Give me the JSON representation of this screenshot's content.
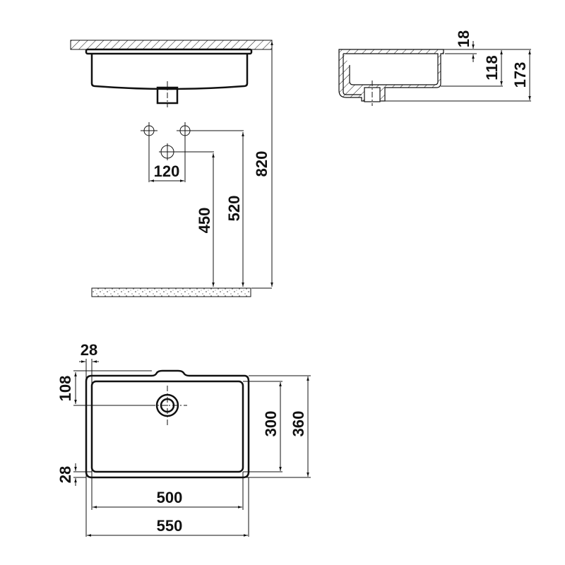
{
  "drawing": {
    "side_view": {
      "height_floor_to_top": "820",
      "drain_height": "450",
      "tap_height": "520",
      "tap_spacing": "120"
    },
    "section_view": {
      "rim_thickness": "18",
      "bowl_depth": "118",
      "total_depth": "173"
    },
    "top_view": {
      "edge_offset_side": "28",
      "drain_offset": "108",
      "edge_offset_bottom": "28",
      "inner_width": "500",
      "outer_width": "550",
      "inner_depth": "300",
      "outer_depth": "360"
    },
    "colors": {
      "line": "#111111",
      "background": "#ffffff"
    }
  }
}
